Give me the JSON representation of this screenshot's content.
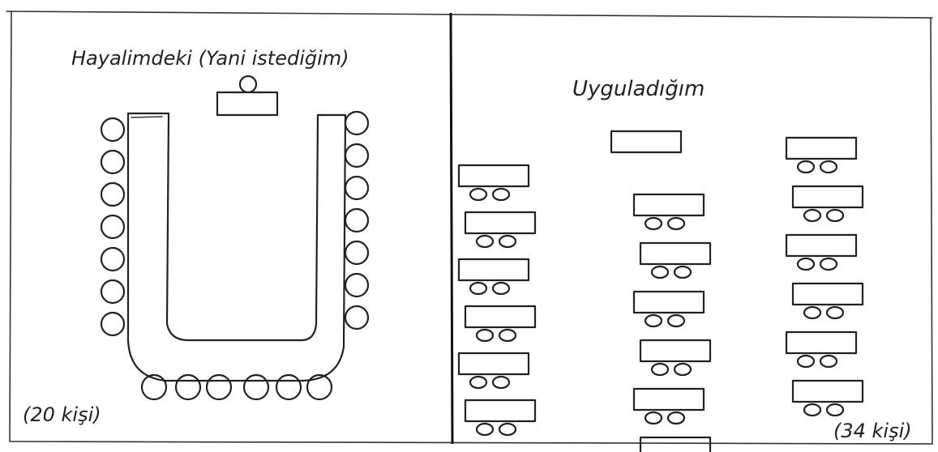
{
  "left_panel": {
    "title": "Hayalimdeki (Yani istediğim)",
    "count_label": "(20 kişi)",
    "layout": "u-shape",
    "seat_count": 20
  },
  "right_panel": {
    "title": "Uyguladığım",
    "count_label": "(34 kişi)",
    "layout": "rows",
    "columns": [
      {
        "desks": 6,
        "seats_per_desk": 2
      },
      {
        "desks": 6,
        "seats_per_desk": 2
      },
      {
        "desks": 6,
        "seats_per_desk": 2
      }
    ]
  }
}
